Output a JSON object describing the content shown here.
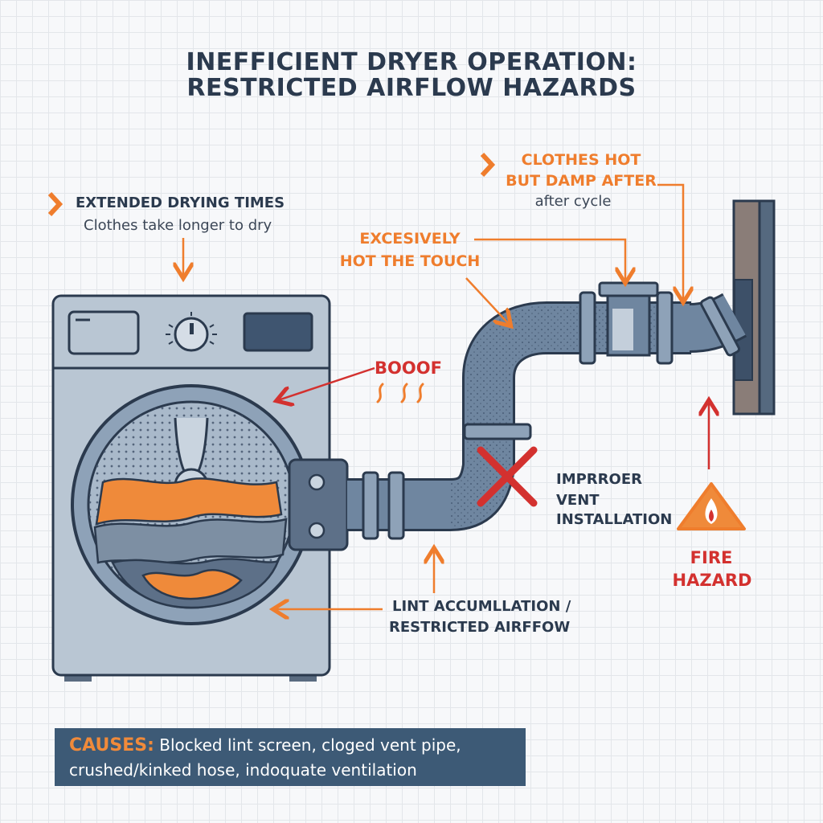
{
  "title": {
    "line1": "INEFFICIENT DRYER OPERATION:",
    "line2": "RESTRICTED AIRFLOW HAZARDS"
  },
  "callouts": {
    "extended_drying": {
      "heading": "EXTENDED DRYING TIMES",
      "detail": "Clothes take longer to dry"
    },
    "hot_damp": {
      "line1": "CLOTHES HOT",
      "line2": "BUT DAMP AFTER",
      "detail": "after cycle"
    },
    "hot_touch": {
      "line1": "EXCESIVELY",
      "line2": "HOT THE TOUCH"
    },
    "boof": "BOOOF",
    "improper_vent": {
      "line1": "IMPRROER",
      "line2": "VENT",
      "line3": "INSTALLATION"
    },
    "lint": {
      "line1": "LINT ACCUMLLATION /",
      "line2": "RESTRICTED AIRFFOW"
    },
    "fire": {
      "line1": "FIRE",
      "line2": "HAZARD"
    }
  },
  "causes": {
    "label": "CAUSES:",
    "text1": " Blocked lint screen, cloged vent pipe,",
    "text2": "crushed/kinked hose, indoquate ventilation"
  },
  "colors": {
    "navy": "#2b3a4e",
    "orange": "#ef7d2d",
    "red": "#d3312f",
    "pipe": "#6f86a0",
    "dryer_body": "#b9c6d3",
    "causes_bg": "#3d5a76"
  },
  "icons": [
    "chevron-right-icon",
    "warning-fire-icon",
    "x-mark-icon",
    "heat-waves-icon"
  ]
}
